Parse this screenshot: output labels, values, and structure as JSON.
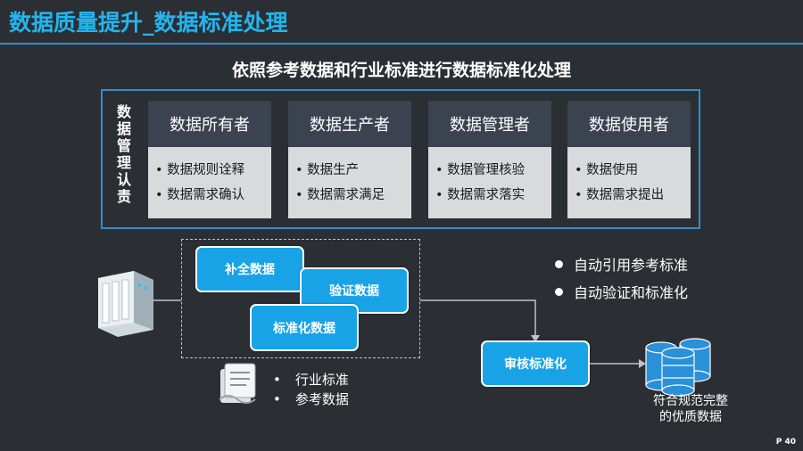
{
  "header": {
    "title": "数据质量提升_数据标准处理",
    "subtitle": "依照参考数据和行业标准进行数据标准化处理"
  },
  "roles_section": {
    "vertical_label": [
      "数",
      "据",
      "管",
      "理",
      "认",
      "责"
    ],
    "roles": [
      {
        "title": "数据所有者",
        "items": [
          "数据规则诠释",
          "数据需求确认"
        ]
      },
      {
        "title": "数据生产者",
        "items": [
          "数据生产",
          "数据需求满足"
        ]
      },
      {
        "title": "数据管理者",
        "items": [
          "数据管理核验",
          "数据需求落实"
        ]
      },
      {
        "title": "数据使用者",
        "items": [
          "数据使用",
          "数据需求提出"
        ]
      }
    ]
  },
  "flow": {
    "steps": [
      "补全数据",
      "验证数据",
      "标准化数据"
    ],
    "review": "审核标准化",
    "standards": [
      "行业标准",
      "参考数据"
    ],
    "auto_features": [
      "自动引用参考标准",
      "自动验证和标准化"
    ],
    "result": [
      "符合规范完整",
      "的优质数据"
    ]
  },
  "footer": {
    "page": "P 40"
  },
  "colors": {
    "accent": "#22b5ee",
    "button": "#18a3e6",
    "frame": "#2e8fd0",
    "background": "#2b2e33"
  },
  "icons": [
    "server-icon",
    "document-icon",
    "database-icon"
  ]
}
